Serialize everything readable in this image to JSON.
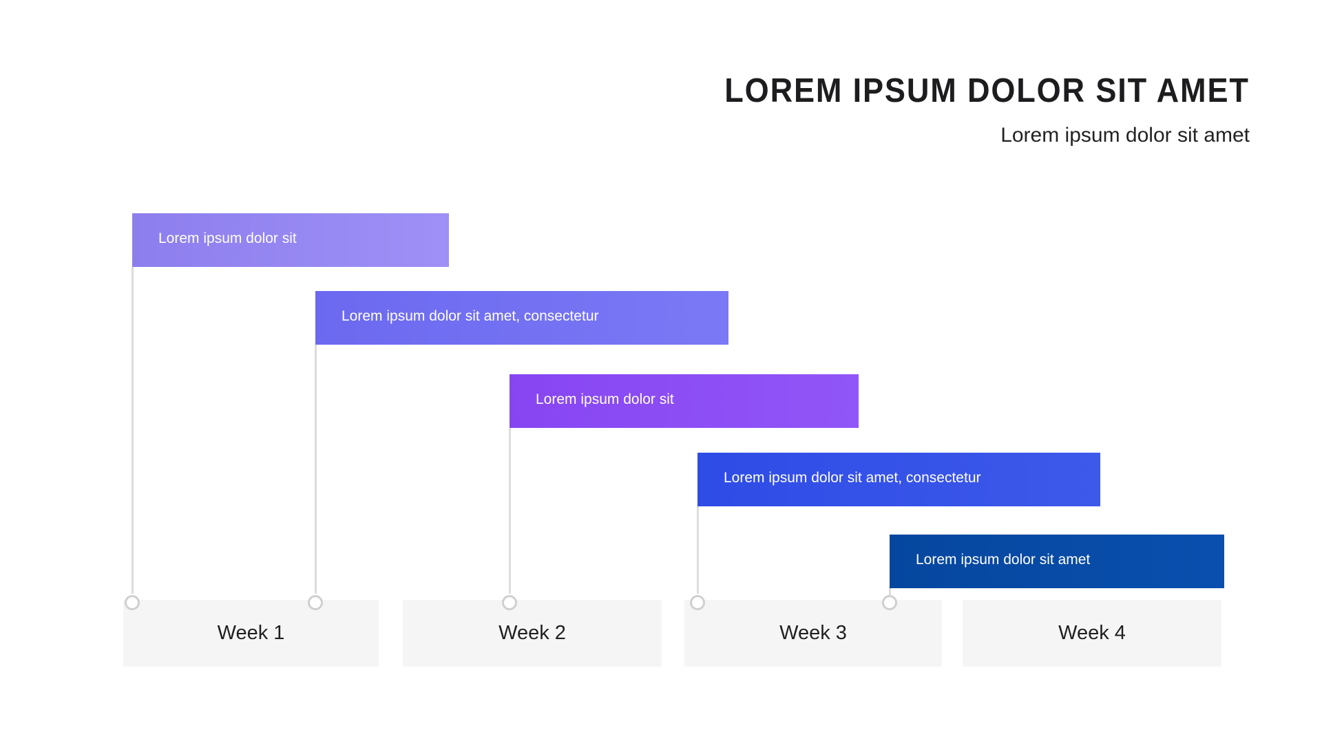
{
  "header": {
    "title": "LOREM IPSUM DOLOR SIT AMET",
    "subtitle": "Lorem ipsum dolor sit amet"
  },
  "timeline": {
    "bars": [
      {
        "label": "Lorem ipsum dolor sit",
        "color_start": "#8d7eee",
        "color_end": "#9e90f6"
      },
      {
        "label": "Lorem ipsum dolor sit amet, consectetur",
        "color_start": "#6c69f0",
        "color_end": "#7b79f5"
      },
      {
        "label": "Lorem ipsum dolor sit",
        "color_start": "#8745f2",
        "color_end": "#9156f7"
      },
      {
        "label": "Lorem ipsum dolor sit amet, consectetur",
        "color_start": "#2e4ce6",
        "color_end": "#3d59ea"
      },
      {
        "label": "Lorem ipsum dolor sit amet",
        "color_start": "#05479f",
        "color_end": "#0a4fae"
      }
    ],
    "weeks": [
      {
        "label": "Week 1"
      },
      {
        "label": "Week 2"
      },
      {
        "label": "Week 3"
      },
      {
        "label": "Week 4"
      }
    ],
    "connector_color": "#dcdcdc",
    "node_border_color": "#cfcfcf",
    "week_box_color": "#f5f5f6",
    "week_text_color": "#1f1f1f"
  }
}
